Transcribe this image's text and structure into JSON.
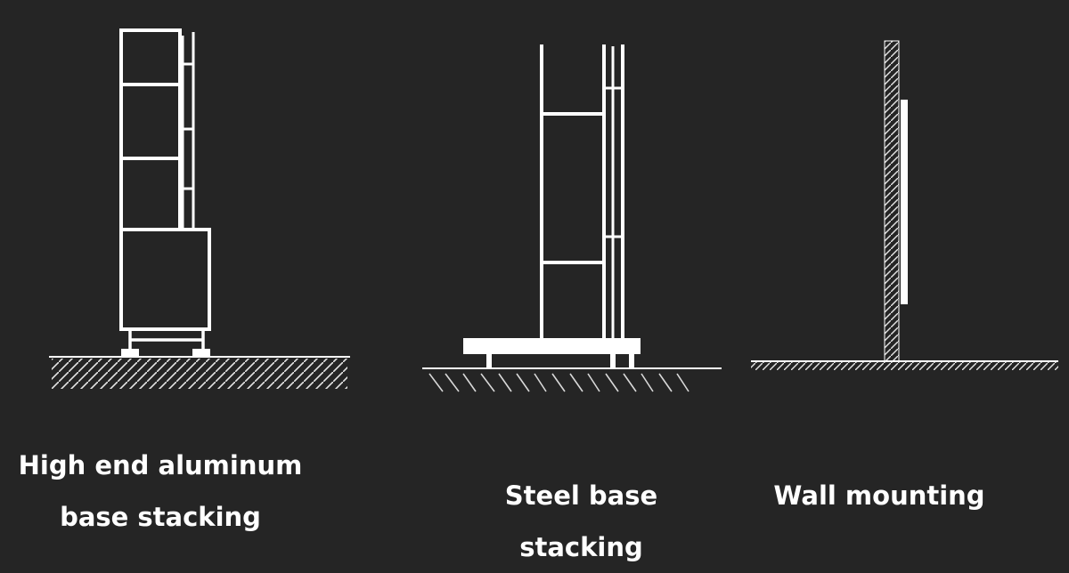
{
  "colors": {
    "background": "#252525",
    "line": "#ffffff",
    "hatch": "#e6e6e6"
  },
  "figures": [
    {
      "id": "aluminum",
      "caption_lines": [
        "High end aluminum",
        "base stacking"
      ]
    },
    {
      "id": "steel",
      "caption_lines": [
        "Steel base stacking"
      ]
    },
    {
      "id": "wall",
      "caption_lines": [
        "Wall mounting"
      ]
    }
  ]
}
